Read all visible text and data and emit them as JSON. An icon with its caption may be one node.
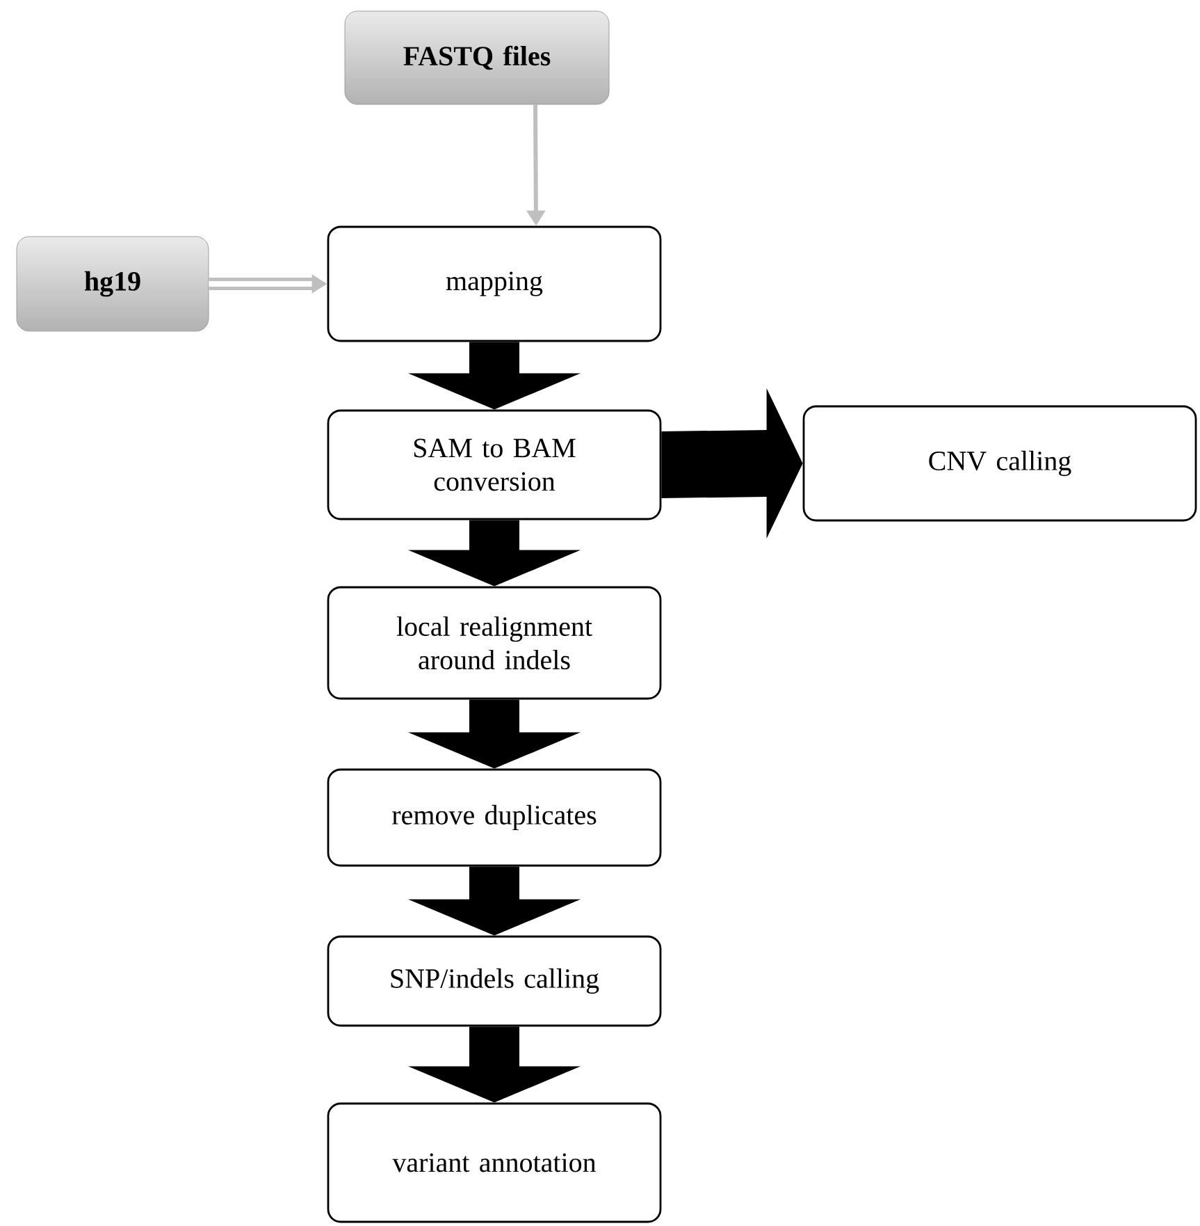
{
  "diagram": {
    "nodes": [
      {
        "text": [
          "FASTQ files"
        ]
      },
      {
        "text": [
          "hg19"
        ]
      },
      {
        "text": [
          "mapping"
        ]
      },
      {
        "text": [
          "SAM to BAM conversion"
        ]
      },
      {
        "text": [
          "CNV calling"
        ]
      },
      {
        "text": [
          "local realignment around indels"
        ]
      },
      {
        "text": [
          "remove duplicates"
        ]
      },
      {
        "text": [
          "SNP/indels calling"
        ]
      },
      {
        "text": [
          "variant annotation"
        ]
      }
    ],
    "edges": [
      {
        "from": 0,
        "to": 2,
        "arrow": "to",
        "color": "#bfbfbf"
      },
      {
        "from": 1,
        "to": 2,
        "arrow": "to",
        "style": "thick",
        "color": "#bfbfbf"
      },
      {
        "from": 2,
        "to": 3,
        "arrow": "to",
        "style": "thick"
      },
      {
        "from": 3,
        "to": 4,
        "arrow": "to",
        "style": "thick"
      },
      {
        "from": 3,
        "to": 5,
        "arrow": "to",
        "style": "thick"
      },
      {
        "from": 5,
        "to": 6,
        "arrow": "to",
        "style": "thick"
      },
      {
        "from": 6,
        "to": 7,
        "arrow": "to",
        "style": "thick"
      },
      {
        "from": 7,
        "to": 8,
        "arrow": "to",
        "style": "thick"
      }
    ]
  }
}
